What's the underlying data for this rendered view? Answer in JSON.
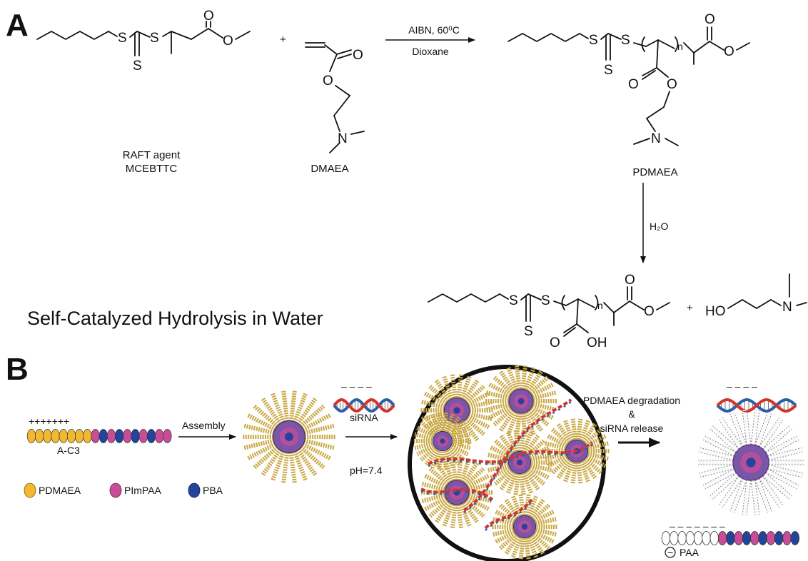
{
  "panels": {
    "a": "A",
    "b": "B"
  },
  "reaction": {
    "conditions_top": "AIBN, 60⁰C",
    "conditions_bottom": "Dioxane",
    "plus": "+",
    "hydrolysis_reagent": "H₂O",
    "hydrolysis_title": "Self-Catalyzed Hydrolysis in Water"
  },
  "compounds": {
    "raft_line1": "RAFT agent",
    "raft_line2": "MCEBTTC",
    "monomer": "DMAEA",
    "polymer": "PDMAEA"
  },
  "atoms": {
    "S": "S",
    "O": "O",
    "N": "N",
    "OH": "OH",
    "HO": "HO",
    "n": "n"
  },
  "assembly": {
    "charges_positive": "+++++++",
    "polymer_name": "A-C3",
    "arrow_assembly": "Assembly",
    "sirna": "siRNA",
    "ph": "pH=7.4",
    "degradation_line1": "PDMAEA degradation",
    "degradation_line2": "&",
    "degradation_line3": "siRNA release",
    "neg_charges": "– – – –",
    "neg_charges_chain": "– – – – – – –",
    "minus_symbol": "−",
    "paa": "PAA"
  },
  "legend": [
    {
      "label": "PDMAEA",
      "color": "#f2b92f"
    },
    {
      "label": "PImPAA",
      "color": "#c94c97"
    },
    {
      "label": "PBA",
      "color": "#24449c"
    }
  ],
  "colors": {
    "dna_red": "#d2342c",
    "dna_blue": "#2b5fa8",
    "core": "#7a55a8",
    "corona": "#c9a743"
  }
}
